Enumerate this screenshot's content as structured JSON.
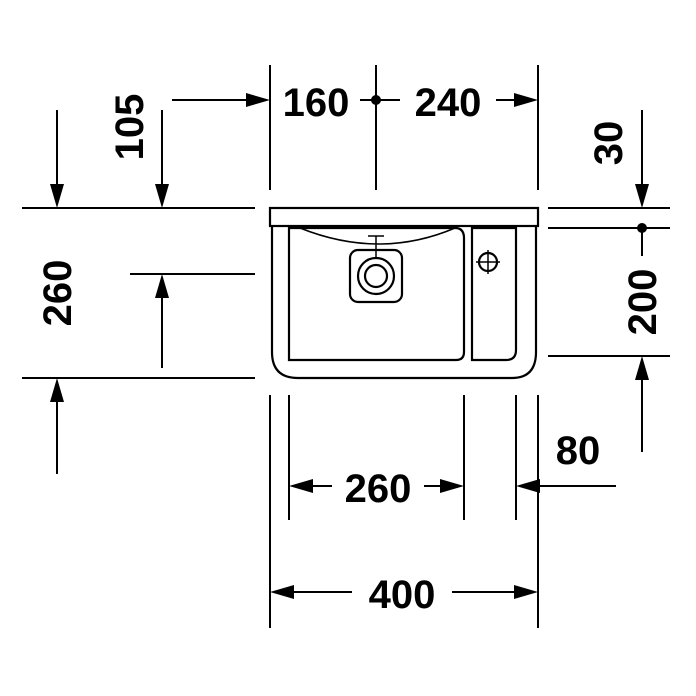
{
  "dimensions": {
    "top_left_span": "160",
    "top_right_span": "240",
    "overflow_depth": "105",
    "rim_offset": "30",
    "total_height": "260",
    "bowl_height": "200",
    "bowl_width": "260",
    "deck_width": "80",
    "total_width": "400"
  }
}
